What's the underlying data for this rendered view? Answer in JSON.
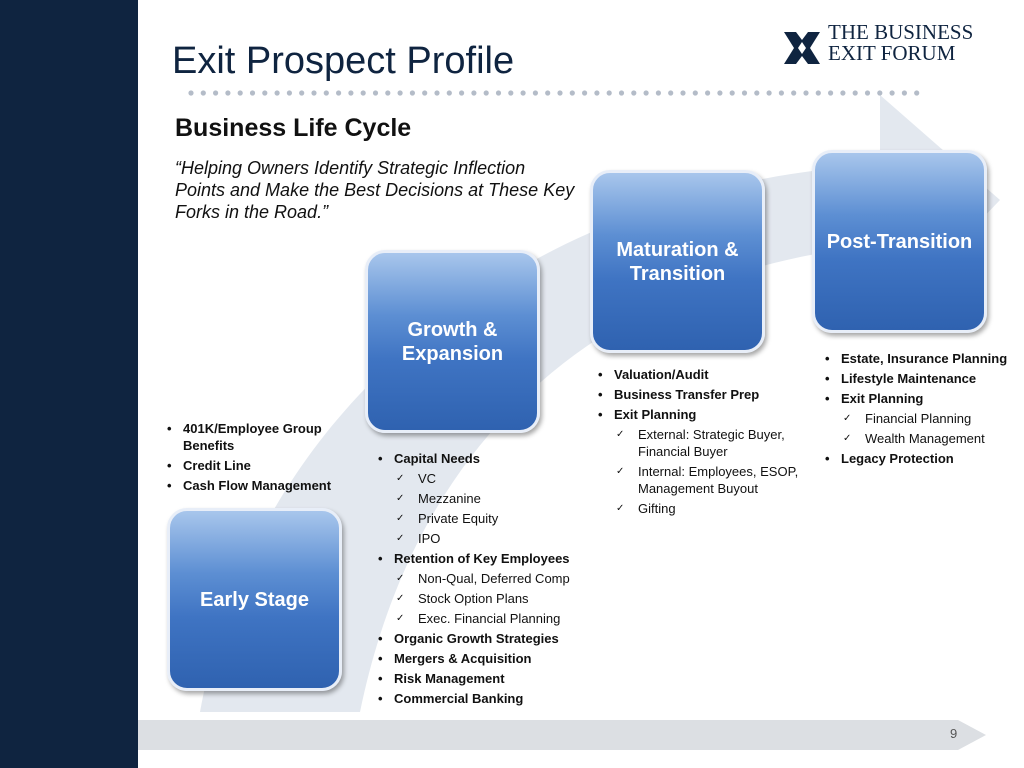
{
  "header": {
    "title": "Exit Prospect Profile",
    "logo_line1": "THE BUSINESS",
    "logo_line2": "EXIT FORUM",
    "logo_icon": "x-cross-logo-icon"
  },
  "section": {
    "subtitle": "Business Life Cycle",
    "quote": "“Helping Owners Identify Strategic Inflection Points and Make the Best Decisions at These Key Forks in the Road.”"
  },
  "stages": [
    {
      "label": "Early Stage"
    },
    {
      "label": "Growth & Expansion"
    },
    {
      "label": "Maturation & Transition"
    },
    {
      "label": "Post-Transition"
    }
  ],
  "lists": {
    "early": [
      {
        "text": "401K/Employee Group Benefits",
        "level": 1
      },
      {
        "text": "Credit Line",
        "level": 1
      },
      {
        "text": "Cash Flow Management",
        "level": 1
      }
    ],
    "growth": [
      {
        "text": "Capital Needs",
        "level": 1
      },
      {
        "text": "VC",
        "level": 2
      },
      {
        "text": "Mezzanine",
        "level": 2
      },
      {
        "text": "Private Equity",
        "level": 2
      },
      {
        "text": "IPO",
        "level": 2
      },
      {
        "text": "Retention of Key Employees",
        "level": 1
      },
      {
        "text": "Non-Qual, Deferred Comp",
        "level": 2
      },
      {
        "text": "Stock Option Plans",
        "level": 2
      },
      {
        "text": "Exec. Financial Planning",
        "level": 2
      },
      {
        "text": "Organic Growth Strategies",
        "level": 1
      },
      {
        "text": "Mergers & Acquisition",
        "level": 1
      },
      {
        "text": "Risk Management",
        "level": 1
      },
      {
        "text": "Commercial Banking",
        "level": 1
      }
    ],
    "maturation": [
      {
        "text": "Valuation/Audit",
        "level": 1
      },
      {
        "text": "Business Transfer Prep",
        "level": 1
      },
      {
        "text": "Exit Planning",
        "level": 1
      },
      {
        "text": "External: Strategic Buyer, Financial Buyer",
        "level": 2
      },
      {
        "text": "Internal: Employees, ESOP, Management Buyout",
        "level": 2
      },
      {
        "text": "Gifting",
        "level": 2
      }
    ],
    "post": [
      {
        "text": "Estate, Insurance Planning",
        "level": 1
      },
      {
        "text": "Lifestyle Maintenance",
        "level": 1
      },
      {
        "text": "Exit Planning",
        "level": 1
      },
      {
        "text": "Financial Planning",
        "level": 2
      },
      {
        "text": "Wealth Management",
        "level": 2
      },
      {
        "text": "Legacy Protection",
        "level": 1
      }
    ]
  },
  "footer": {
    "page_number": "9"
  },
  "colors": {
    "navy": "#0f2440",
    "box_blue": "#3f74c3",
    "arc_fill": "#e3e8ef"
  }
}
